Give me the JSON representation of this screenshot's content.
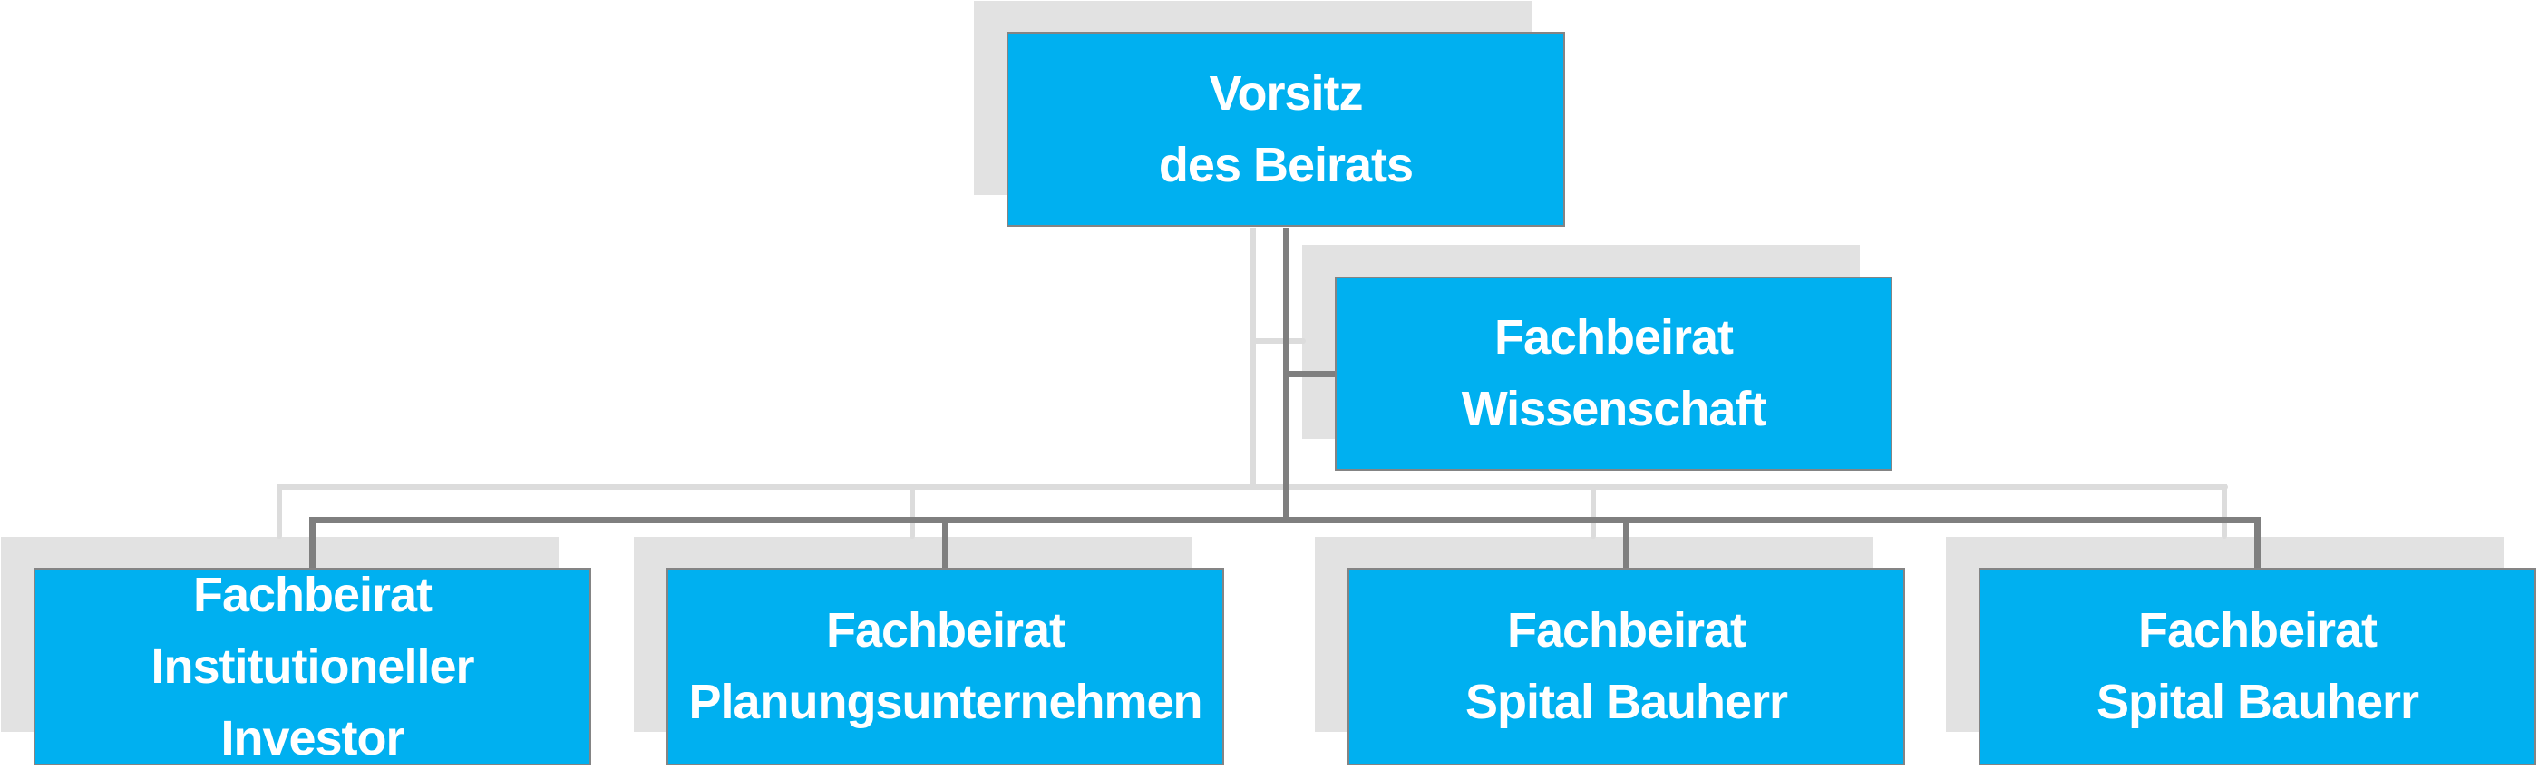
{
  "diagram": {
    "type": "org_chart",
    "colors": {
      "accent": "#00b0f0",
      "node-border": "#848484",
      "shadow": "#e2e2e2",
      "connector-dark": "#7f7f7f",
      "connector-light": "#dcdcdc",
      "text": "#ffffff",
      "background": "#ffffff"
    },
    "nodes": [
      {
        "id": "vorsitz",
        "lines": [
          "Vorsitz",
          "des Beirats"
        ]
      },
      {
        "id": "wissenschaft",
        "lines": [
          "Fachbeirat",
          "Wissenschaft"
        ]
      },
      {
        "id": "institutioneller-investor",
        "lines": [
          "Fachbeirat",
          "Institutioneller",
          "Investor"
        ]
      },
      {
        "id": "planungsunternehmen",
        "lines": [
          "Fachbeirat",
          "Planungsunternehmen"
        ]
      },
      {
        "id": "spital-bauherr-1",
        "lines": [
          "Fachbeirat",
          "Spital Bauherr"
        ]
      },
      {
        "id": "spital-bauherr-2",
        "lines": [
          "Fachbeirat",
          "Spital Bauherr"
        ]
      }
    ],
    "edges": [
      {
        "from": "vorsitz",
        "to": "wissenschaft"
      },
      {
        "from": "vorsitz",
        "to": "institutioneller-investor"
      },
      {
        "from": "vorsitz",
        "to": "planungsunternehmen"
      },
      {
        "from": "vorsitz",
        "to": "spital-bauherr-1"
      },
      {
        "from": "vorsitz",
        "to": "spital-bauherr-2"
      }
    ]
  }
}
